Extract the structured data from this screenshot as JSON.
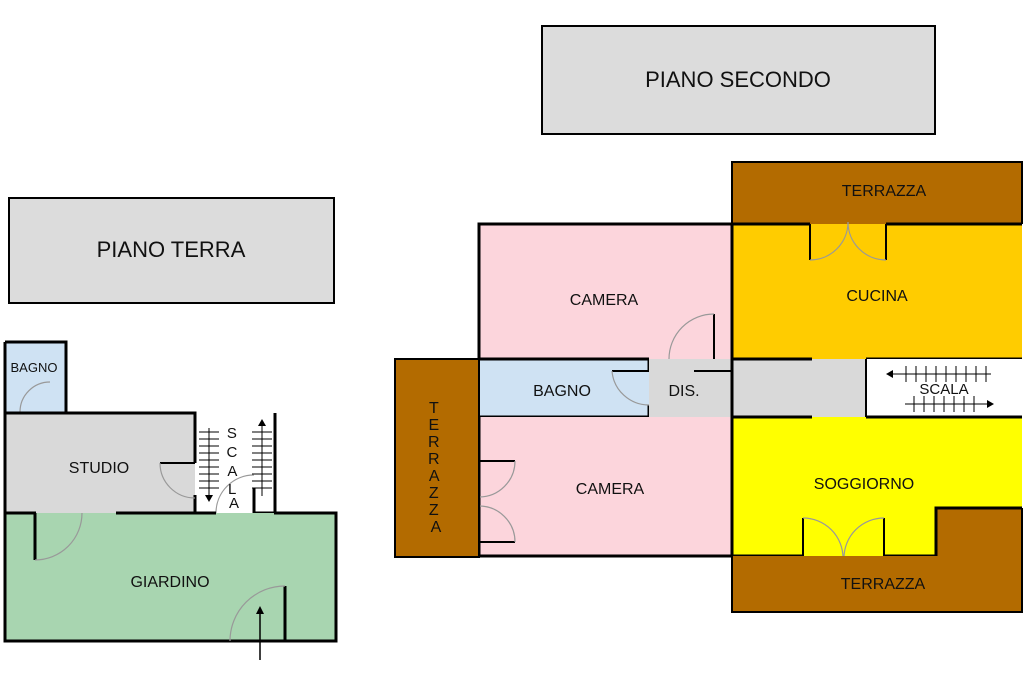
{
  "titles": {
    "ground_floor": "PIANO TERRA",
    "second_floor": "PIANO SECONDO"
  },
  "ground_floor": {
    "bagno": "BAGNO",
    "studio": "STUDIO",
    "scala": "SCALA",
    "giardino": "GIARDINO"
  },
  "second_floor": {
    "camera_top": "CAMERA",
    "camera_bottom": "CAMERA",
    "bagno": "BAGNO",
    "dis": "DIS.",
    "cucina": "CUCINA",
    "soggiorno": "SOGGIORNO",
    "scala": "SCALA",
    "terrazza_top": "TERRAZZA",
    "terrazza_bottom": "TERRAZZA",
    "terrazza_left": "TERRAZZA"
  },
  "colors": {
    "title_box": "#dcdcdc",
    "bagno": "#cfe2f3",
    "studio": "#d9d9d9",
    "giardino": "#a8d5b0",
    "camera": "#fcd5dc",
    "cucina": "#ffcc00",
    "soggiorno": "#ffff00",
    "terrazza": "#b36b00",
    "dis": "#d9d9d9"
  }
}
